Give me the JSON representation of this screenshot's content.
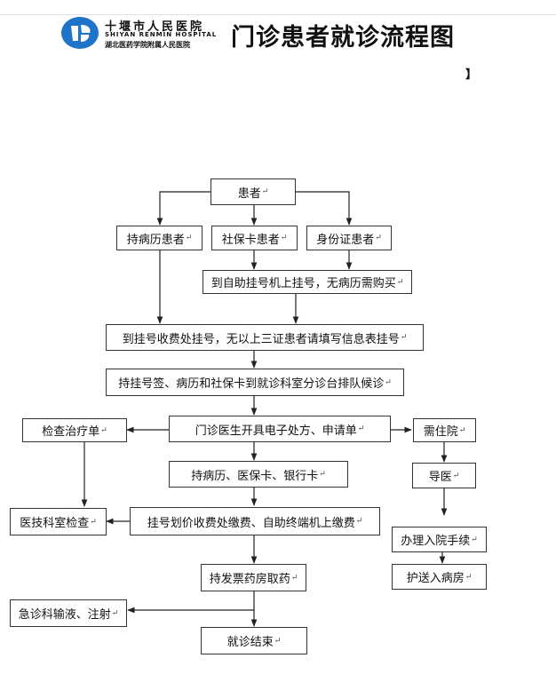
{
  "header": {
    "hospital_cn": "十堰市人民医院",
    "hospital_en": "SHIYAN RENMIN HOSPITAL",
    "hospital_sub": "湖北医药学院附属人民医院",
    "title": "门诊患者就诊流程图",
    "mark": "】"
  },
  "colors": {
    "logo_blue": "#1f73c8",
    "line": "#222222"
  },
  "flow": {
    "return_mark": "↵",
    "patient": "患者",
    "medical_record_holder": "持病历患者",
    "social_card_holder": "社保卡患者",
    "id_card_holder": "身份证患者",
    "self_service_register": "到自助挂号机上挂号，无病历需购买",
    "register_counter": "到挂号收费处挂号，无以上三证患者请填写信息表挂号",
    "triage_queue": "持挂号签、病历和社保卡到就诊科室分诊台排队候诊",
    "exam_treatment_form": "检查治疗单",
    "doctor_prescription": "门诊医生开具电子处方、申请单",
    "needs_admission": "需住院",
    "bring_cards": "持病历、医保卡、银行卡",
    "guide_doctor": "导医",
    "medtech_exam": "医技科室检查",
    "payment": "挂号划价收费处缴费、自助终端机上缴费",
    "admission_procedure": "办理入院手续",
    "escort_ward": "护送入病房",
    "pharmacy": "持发票药房取药",
    "emergency_infusion": "急诊科输液、注射",
    "visit_end": "就诊结束"
  }
}
